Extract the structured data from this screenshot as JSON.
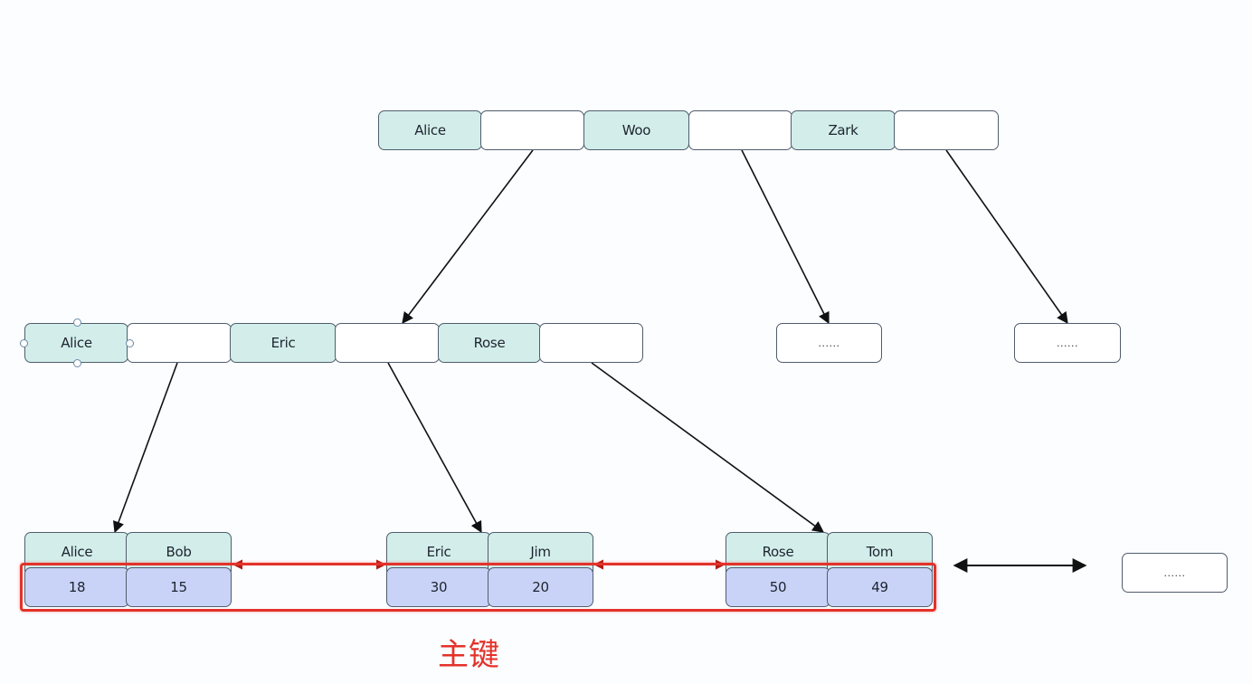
{
  "diagram": {
    "type": "B+ tree clustered index",
    "root": {
      "cells": [
        {
          "kind": "key",
          "label": "Alice"
        },
        {
          "kind": "ptr",
          "label": ""
        },
        {
          "kind": "key",
          "label": "Woo"
        },
        {
          "kind": "ptr",
          "label": ""
        },
        {
          "kind": "key",
          "label": "Zark"
        },
        {
          "kind": "ptr",
          "label": ""
        }
      ]
    },
    "internal": [
      {
        "id": "internal-1",
        "cells": [
          {
            "kind": "key",
            "label": "Alice"
          },
          {
            "kind": "ptr",
            "label": ""
          },
          {
            "kind": "key",
            "label": "Eric"
          },
          {
            "kind": "ptr",
            "label": ""
          },
          {
            "kind": "key",
            "label": "Rose"
          },
          {
            "kind": "ptr",
            "label": ""
          }
        ]
      },
      {
        "id": "internal-2",
        "label": "......"
      },
      {
        "id": "internal-3",
        "label": "......"
      }
    ],
    "leaves": [
      {
        "id": "leaf-1",
        "keys": [
          "Alice",
          "Bob"
        ],
        "values": [
          "18",
          "15"
        ]
      },
      {
        "id": "leaf-2",
        "keys": [
          "Eric",
          "Jim"
        ],
        "values": [
          "30",
          "20"
        ]
      },
      {
        "id": "leaf-3",
        "keys": [
          "Rose",
          "Tom"
        ],
        "values": [
          "50",
          "49"
        ]
      },
      {
        "id": "leaf-4",
        "label": "......"
      }
    ],
    "highlight_label": "主键",
    "colors": {
      "key_fill": "#d3eeea",
      "value_fill": "#c9d3f7",
      "highlight": "#e3322a",
      "edge": "#111111"
    }
  }
}
